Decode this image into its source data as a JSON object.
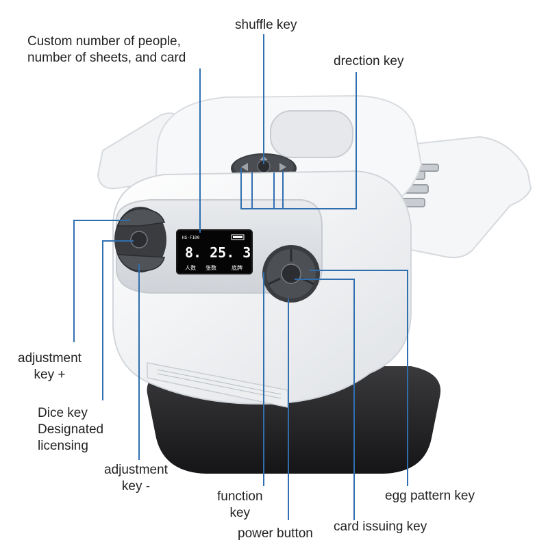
{
  "colors": {
    "leader_line": "#2f6fb0",
    "shell": "#f4f5f6",
    "base": "#2a2a2c",
    "key_panel": "#3a3c40",
    "display_bg": "#050505",
    "display_text": "#ffffff"
  },
  "display": {
    "header": "HS-F100",
    "readout": "8. 25. 3",
    "col1": "人数",
    "col2": "张数",
    "col3": "底牌"
  },
  "labels": {
    "custom": [
      "Custom number of people,",
      "number of sheets, and card"
    ],
    "shuffle": "shuffle key",
    "direction": "drection key",
    "adjust_plus": [
      "adjustment",
      "key +"
    ],
    "dice": [
      "Dice key",
      "Designated",
      "licensing"
    ],
    "adjust_minus": [
      "adjustment",
      "key -"
    ],
    "function": [
      "function",
      "key"
    ],
    "power": "power button",
    "card_issuing": "card issuing key",
    "egg_pattern": "egg pattern key"
  }
}
